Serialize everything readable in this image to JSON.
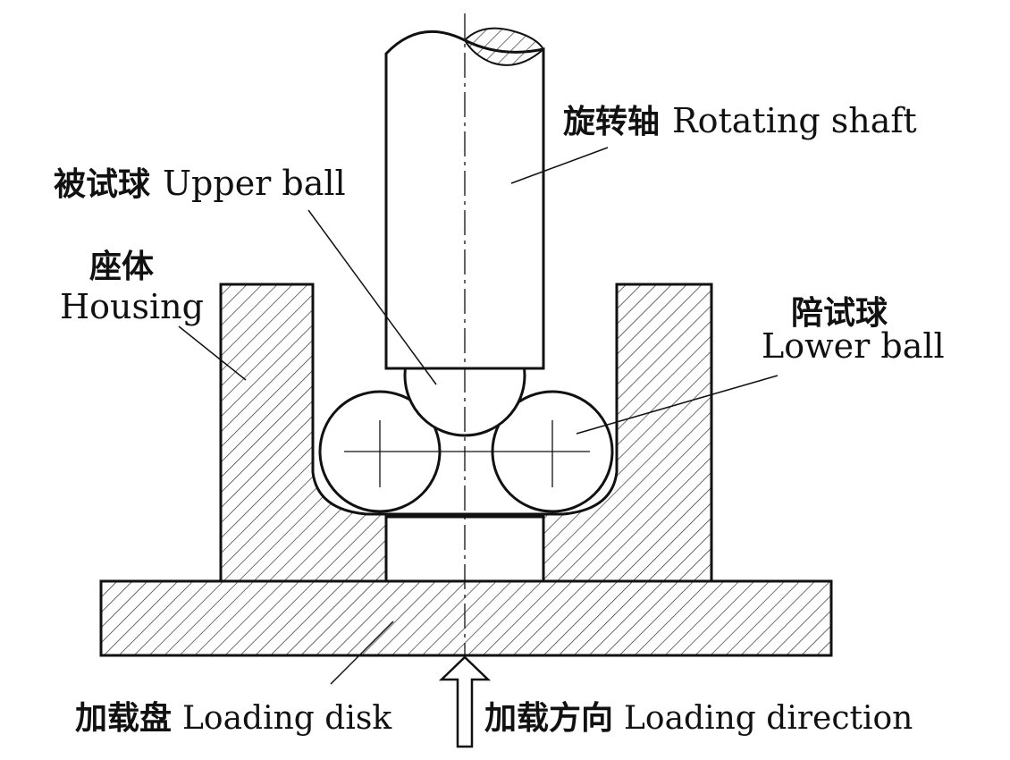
{
  "diagram": {
    "title": "",
    "labels": {
      "rotating_shaft": {
        "cn": "旋转轴",
        "en": "Rotating shaft"
      },
      "upper_ball": {
        "cn": "被试球",
        "en": "Upper ball"
      },
      "housing": {
        "cn": "座体",
        "en": "Housing"
      },
      "lower_ball": {
        "cn": "陪试球",
        "en": "Lower ball"
      },
      "loading_disk": {
        "cn": "加载盘",
        "en": "Loading disk"
      },
      "loading_direction": {
        "cn": "加载方向",
        "en": "Loading direction"
      }
    },
    "colors": {
      "line": "#111111",
      "background": "#ffffff"
    }
  }
}
